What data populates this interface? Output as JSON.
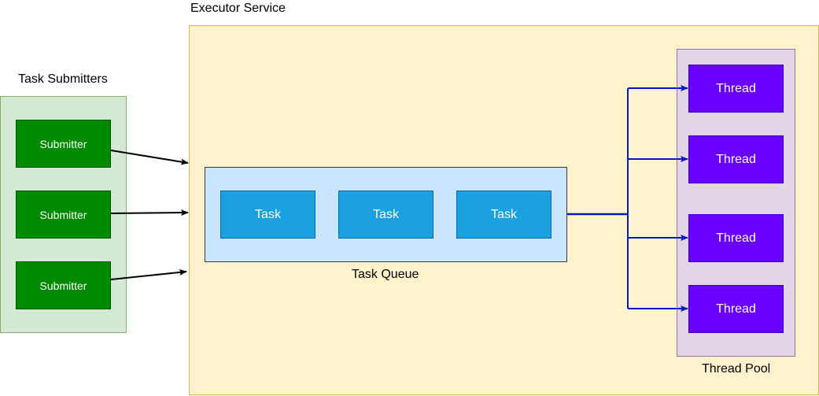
{
  "labels": {
    "executor_service": "Executor Service",
    "task_submitters": "Task Submitters",
    "task_queue": "Task Queue",
    "thread_pool": "Thread Pool"
  },
  "submitters": [
    {
      "label": "Submitter"
    },
    {
      "label": "Submitter"
    },
    {
      "label": "Submitter"
    }
  ],
  "tasks": [
    {
      "label": "Task"
    },
    {
      "label": "Task"
    },
    {
      "label": "Task"
    }
  ],
  "threads": [
    {
      "label": "Thread"
    },
    {
      "label": "Thread"
    },
    {
      "label": "Thread"
    },
    {
      "label": "Thread"
    }
  ],
  "colors": {
    "executor_fill": "#fff2cc",
    "executor_stroke": "#d6b656",
    "submitters_fill": "#d5e8d4",
    "submitters_stroke": "#82b366",
    "submitter_fill": "#008a00",
    "submitter_stroke": "#005700",
    "queue_fill": "#cce5ff",
    "queue_stroke": "#36393d",
    "task_fill": "#1ba1e2",
    "task_stroke": "#006eaf",
    "pool_fill": "#e1d5e7",
    "pool_stroke": "#9673a6",
    "thread_fill": "#6a00ff",
    "thread_stroke": "#3700cc",
    "submit_arrow": "#000000",
    "dispatch_arrow": "#001dbc"
  }
}
